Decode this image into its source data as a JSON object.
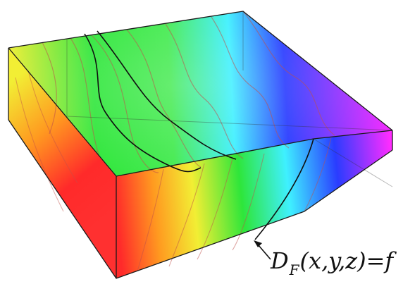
{
  "annotation": {
    "main": "D",
    "subscript": "F",
    "rest": "(x,y,z)=f"
  },
  "colors": {
    "red": "#ff2a2a",
    "orange": "#ff9a20",
    "yellow": "#f2ee34",
    "green": "#2ee63a",
    "cyan": "#3ff0ff",
    "blue": "#2a3cff",
    "magenta": "#ff2cff",
    "edge": "#1a1a1a",
    "contour": "#c0504a"
  },
  "icons": {
    "pointer": "arrow-pointer-icon"
  }
}
